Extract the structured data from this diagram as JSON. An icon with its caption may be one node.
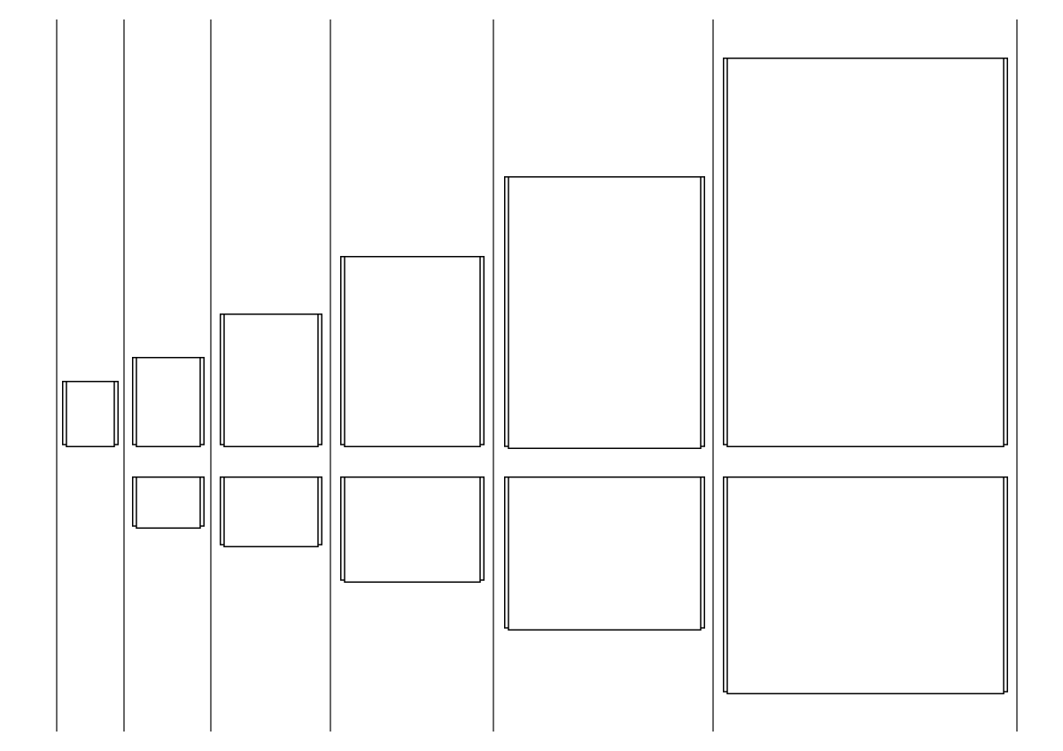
{
  "diagram": {
    "nodes": [
      {
        "text": [],
        "shape": "box"
      },
      {
        "text": [],
        "shape": "box"
      },
      {
        "text": [],
        "shape": "box"
      },
      {
        "text": [],
        "shape": "box"
      },
      {
        "text": [],
        "shape": "box"
      },
      {
        "text": [],
        "shape": "box"
      },
      {
        "text": [],
        "shape": "box"
      },
      {
        "text": [],
        "shape": "box"
      },
      {
        "text": [],
        "shape": "box"
      },
      {
        "text": [],
        "shape": "box"
      },
      {
        "text": [],
        "shape": "box"
      }
    ]
  }
}
